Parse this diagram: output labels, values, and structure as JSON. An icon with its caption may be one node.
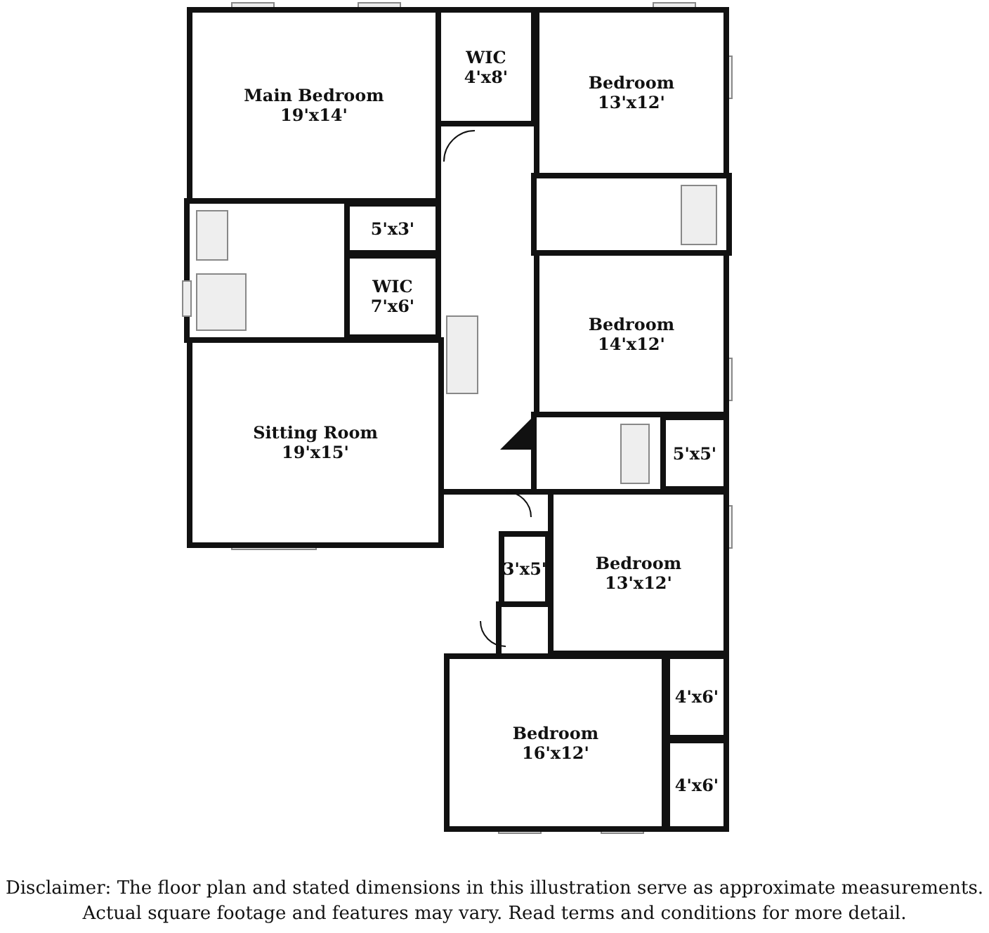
{
  "diagram": {
    "nodes": [
      {
        "text": [
          "Main Bedroom",
          "19'x14'"
        ]
      },
      {
        "text": [
          "WIC",
          "4'x8'"
        ]
      },
      {
        "text": [
          "Bedroom",
          "13'x12'"
        ]
      },
      {
        "text": [
          "5'x3'"
        ]
      },
      {
        "text": [
          "WIC",
          "7'x6'"
        ]
      },
      {
        "text": [
          "Bedroom",
          "14'x12'"
        ]
      },
      {
        "text": [
          "Sitting Room",
          "19'x15'"
        ]
      },
      {
        "text": [
          "5'x5'"
        ]
      },
      {
        "text": [
          "3'x5'"
        ]
      },
      {
        "text": [
          "Bedroom",
          "13'x12'"
        ]
      },
      {
        "text": [
          "4'x6'"
        ]
      },
      {
        "text": [
          "Bedroom",
          "16'x12'"
        ]
      },
      {
        "text": [
          "4'x6'"
        ]
      }
    ],
    "labels": [
      "Disclaimer: The floor plan and stated dimensions in this illustration serve as approximate measurements. Actual square footage and features may vary. Read terms and conditions for more detail."
    ]
  }
}
